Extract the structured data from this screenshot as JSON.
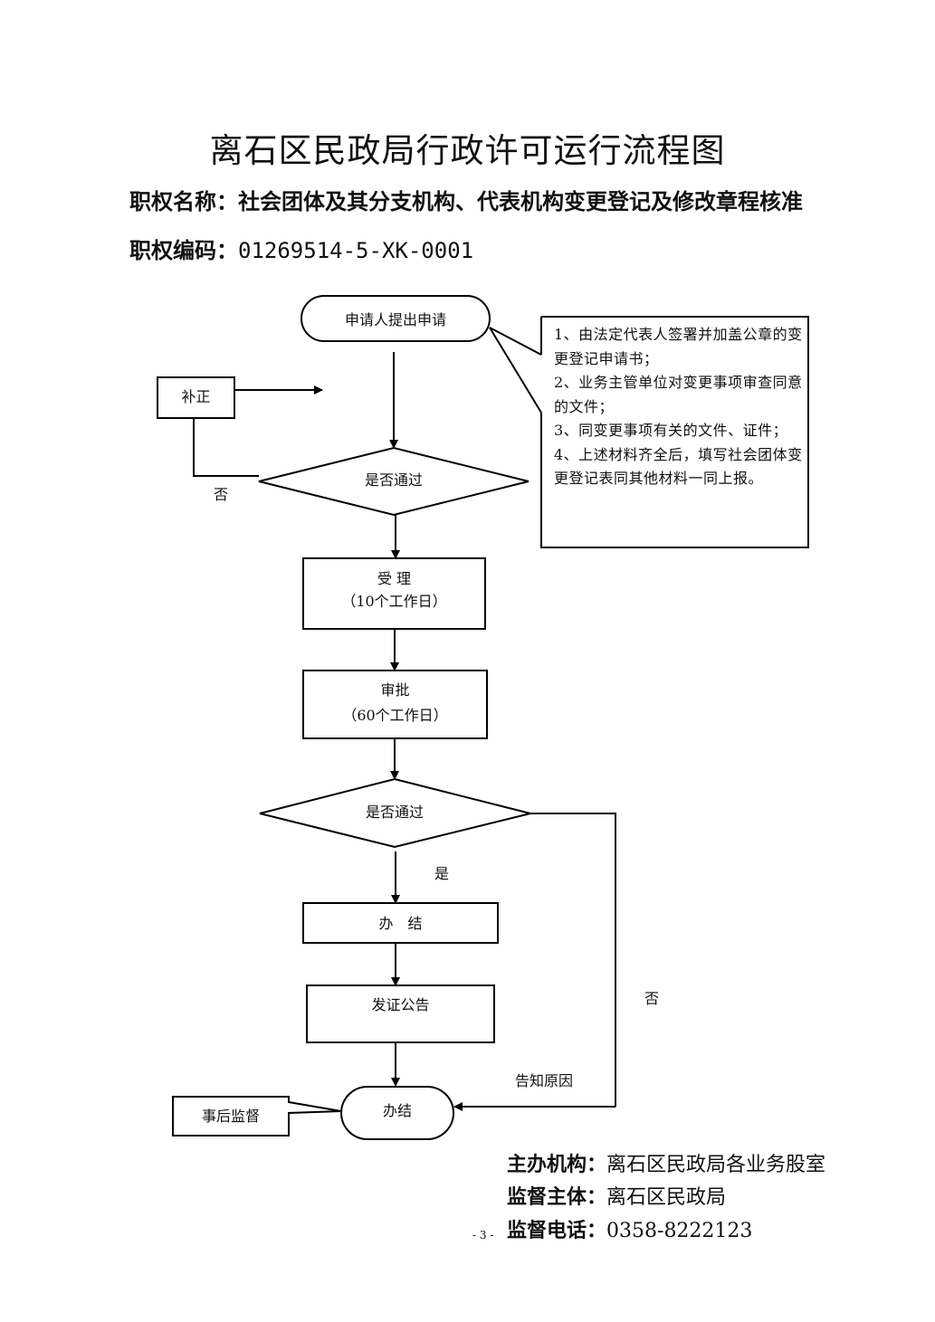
{
  "title": "离石区民政局行政许可运行流程图",
  "meta": {
    "name_label": "职权名称：",
    "name_value": "社会团体及其分支机构、代表机构变更登记及修改章程核准",
    "code_label": "职权编码：",
    "code_value": "01269514-5-XK-0001"
  },
  "flow": {
    "start": "申请人提出申请",
    "correct": "补正",
    "decision1": "是否通过",
    "no1": "否",
    "accept_title": "受 理",
    "accept_days": "（10个工作日）",
    "approve_title": "审批",
    "approve_days": "（60个工作日）",
    "decision2": "是否通过",
    "yes2": "是",
    "no2": "否",
    "complete": "办　结",
    "certificate": "发证公告",
    "inform_reason": "告知原因",
    "end": "办结",
    "supervision": "事后监督"
  },
  "note": {
    "lines": [
      "1、由法定代表人签署并加盖公章的变更登记申请书；",
      "2、业务主管单位对变更事项审查同意的文件；",
      "3、同变更事项有关的文件、证件；",
      "4、上述材料齐全后，填写社会团体变更登记表同其他材料一同上报。"
    ]
  },
  "footer": {
    "host_label": "主办机构：",
    "host_value": "离石区民政局各业务股室",
    "supervisor_label": "监督主体：",
    "supervisor_value": "离石区民政局",
    "phone_label": "监督电话：",
    "phone_value": "0358-8222123"
  },
  "page_number": "- 3 -"
}
